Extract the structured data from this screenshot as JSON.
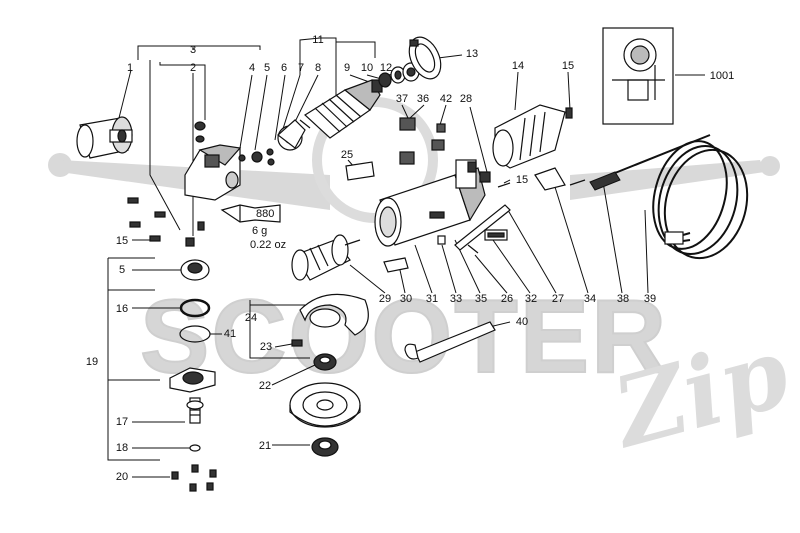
{
  "colors": {
    "ink": "#111111",
    "watermark": "#d4d4d4",
    "background": "#ffffff"
  },
  "watermark": {
    "logo_text": "SCOOTER",
    "script_text": "Zip"
  },
  "grease": {
    "code": "880",
    "mass": "6 g",
    "ounces": "0.22 oz"
  },
  "callouts": [
    "1",
    "2",
    "3",
    "4",
    "5",
    "6",
    "7",
    "8",
    "9",
    "10",
    "11",
    "12",
    "13",
    "14",
    "15",
    "15",
    "15",
    "16",
    "17",
    "18",
    "19",
    "20",
    "21",
    "22",
    "23",
    "24",
    "25",
    "26",
    "27",
    "28",
    "29",
    "30",
    "31",
    "32",
    "33",
    "34",
    "35",
    "36",
    "37",
    "38",
    "39",
    "40",
    "41",
    "42",
    "5",
    "1001"
  ],
  "parts": [
    {
      "id": "1",
      "icon": "side-handle-icon"
    },
    {
      "id": "2",
      "icon": "screw-icon"
    },
    {
      "id": "4",
      "icon": "gear-housing-icon"
    },
    {
      "id": "9",
      "icon": "armature-icon"
    },
    {
      "id": "13",
      "icon": "fan-guard-ring-icon"
    },
    {
      "id": "14",
      "icon": "rear-cover-icon"
    },
    {
      "id": "16",
      "icon": "o-ring-icon"
    },
    {
      "id": "17",
      "icon": "spindle-icon"
    },
    {
      "id": "21",
      "icon": "clamping-nut-icon"
    },
    {
      "id": "22",
      "icon": "backing-flange-icon"
    },
    {
      "id": "24",
      "icon": "wheel-guard-icon"
    },
    {
      "id": "29",
      "icon": "stator-field-icon"
    },
    {
      "id": "31",
      "icon": "motor-housing-icon"
    },
    {
      "id": "39",
      "icon": "power-cord-icon"
    },
    {
      "id": "40",
      "icon": "spanner-wrench-icon"
    },
    {
      "id": "1001",
      "icon": "wiring-diagram-icon"
    }
  ]
}
